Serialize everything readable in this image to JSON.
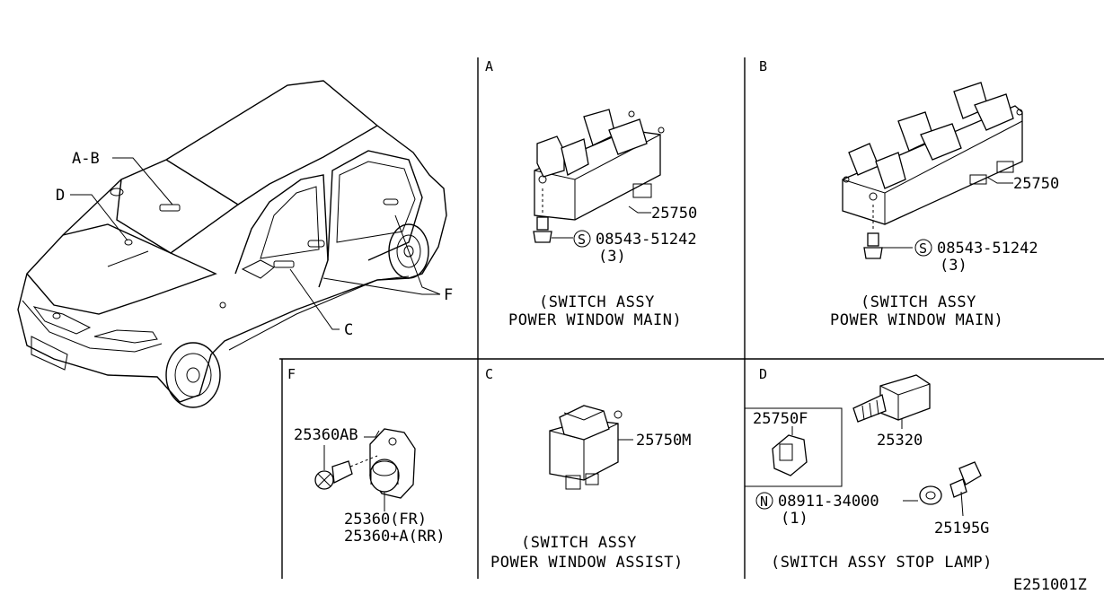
{
  "sections": {
    "A": {
      "letter": "A",
      "part": "25750",
      "bolt_symbol": "S",
      "bolt": "08543-51242",
      "qty": "(3)",
      "caption_line1": "(SWITCH ASSY",
      "caption_line2": "POWER WINDOW MAIN)"
    },
    "B": {
      "letter": "B",
      "part": "25750",
      "bolt_symbol": "S",
      "bolt": "08543-51242",
      "qty": "(3)",
      "caption_line1": "(SWITCH ASSY",
      "caption_line2": "POWER WINDOW MAIN)"
    },
    "C": {
      "letter": "C",
      "part": "25750M",
      "caption_line1": "(SWITCH ASSY",
      "caption_line2": "POWER WINDOW ASSIST)"
    },
    "D": {
      "letter": "D",
      "inset_part": "25750F",
      "part_switch": "25320",
      "nut_symbol": "N",
      "nut": "08911-34000",
      "nut_qty": "(1)",
      "part_bolt": "25195G",
      "caption": "(SWITCH ASSY STOP LAMP)"
    },
    "F": {
      "letter": "F",
      "part_screw": "25360AB",
      "part_fr": "25360(FR)",
      "part_rr": "25360+A(RR)"
    }
  },
  "car_callouts": {
    "ab": "A-B",
    "d": "D",
    "c": "C",
    "f": "F"
  },
  "diagram_code": "E251001Z"
}
